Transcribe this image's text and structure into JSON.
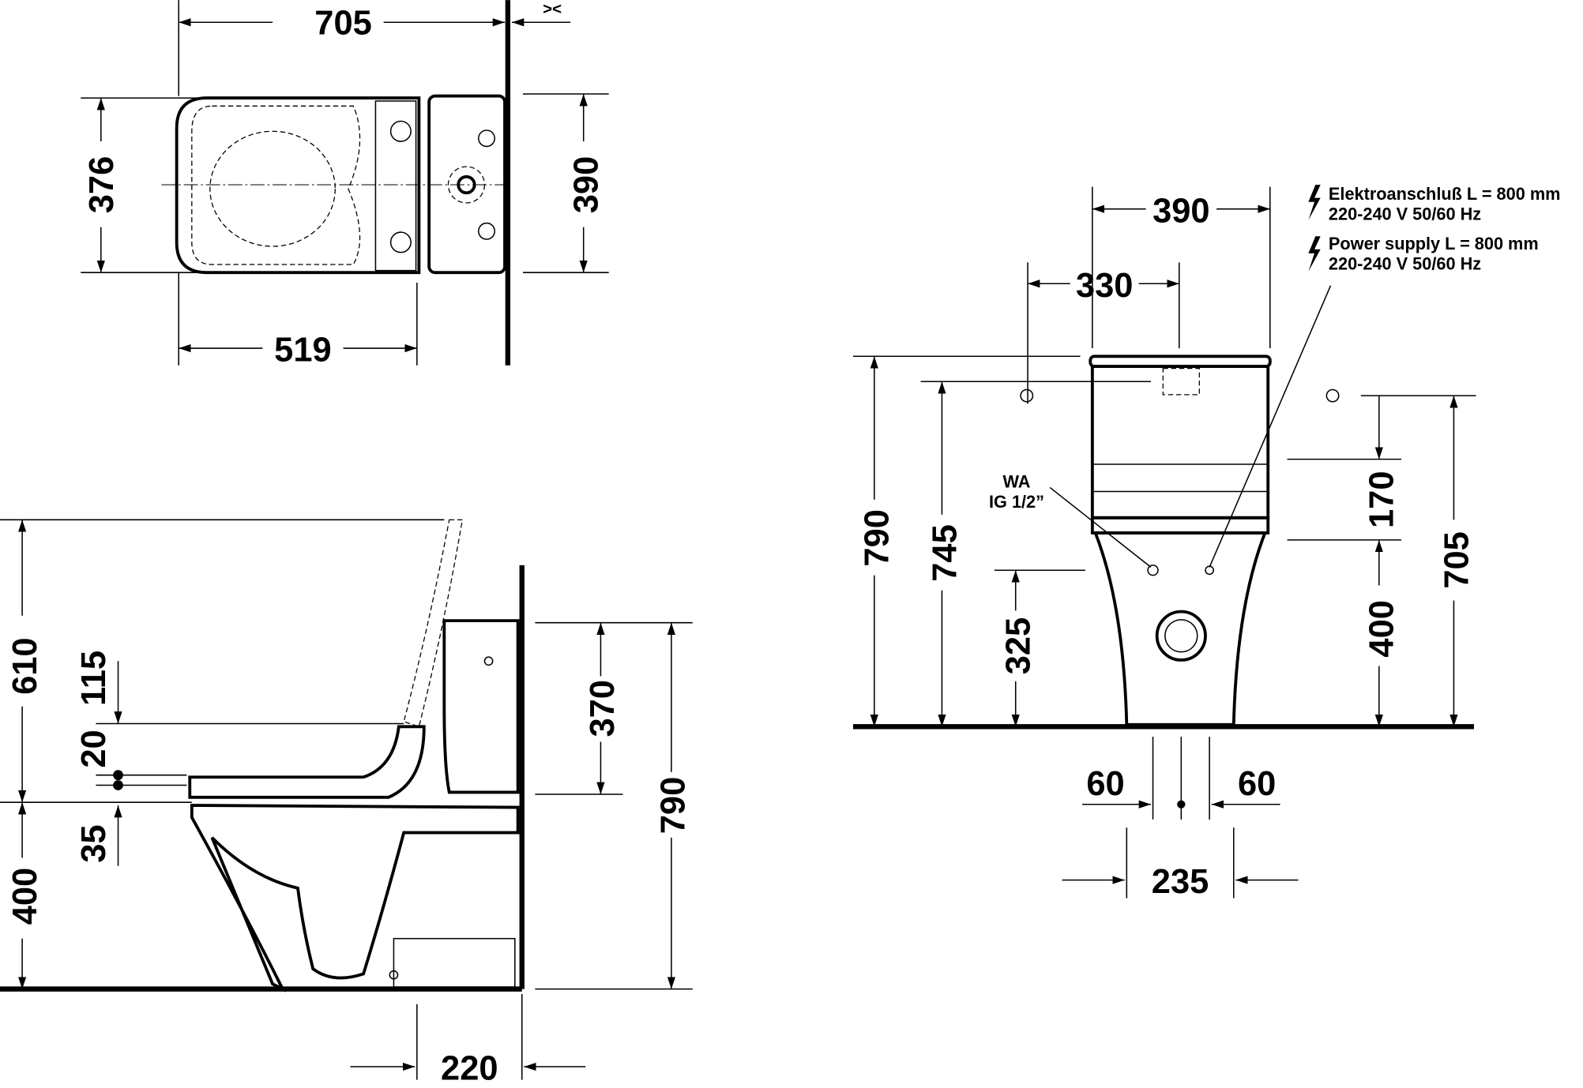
{
  "title": "Toilet installation dimension drawing",
  "top_view": {
    "width_total": "705",
    "wall_gap_symbol": "><",
    "depth_bowl": "376",
    "depth_tank": "390",
    "bowl_length": "519"
  },
  "side_view": {
    "seat_lid_height": "610",
    "seat_height": "400",
    "lid_offset": "115",
    "offset_20": "20",
    "offset_35": "35",
    "tank_height": "370",
    "total_height": "790",
    "outlet_distance": "220"
  },
  "front_view": {
    "tank_width": "390",
    "connection_offset": "330",
    "total_height": "790",
    "inlet_height": "745",
    "water_inlet_height": "325",
    "electrical_offset": "170",
    "electrical_height": "400",
    "tank_inlet_height": "705",
    "left_offset": "60",
    "right_offset": "60",
    "base_width": "235",
    "water_label": "WA",
    "water_thread": "IG 1/2”",
    "power_de_line1": "Elektroanschluß L = 800 mm",
    "power_de_line2": "220-240 V  50/60 Hz",
    "power_en_line1": "Power supply L = 800 mm",
    "power_en_line2": "220-240 V  50/60 Hz"
  }
}
